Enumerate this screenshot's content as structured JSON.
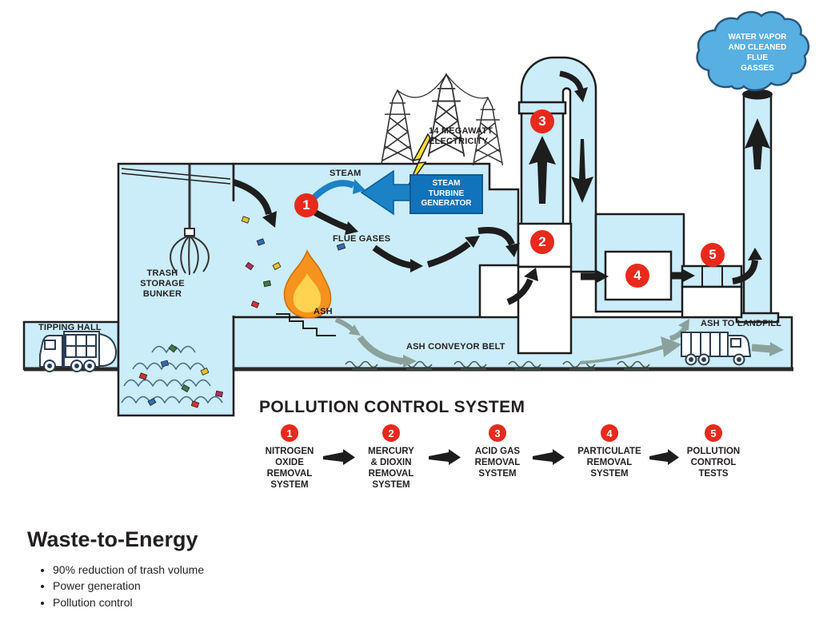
{
  "diagram": {
    "labels": {
      "steam": "STEAM",
      "turbine": "STEAM\nTURBINE\nGENERATOR",
      "megawatt": "14 MEGAWATT\nELECTRICITY",
      "flue_gases": "FLUE GASES",
      "trash_bunker": "TRASH\nSTORAGE\nBUNKER",
      "tipping_hall": "TIPPING HALL",
      "ash": "ASH",
      "ash_conveyor": "ASH CONVEYOR BELT",
      "ash_landfill": "ASH TO LANDFILL",
      "cloud": "WATER VAPOR\nAND CLEANED\nFLUE\nGASSES"
    },
    "colors": {
      "plant_fill": "#cbecf9",
      "outline": "#1d1d1d",
      "badge_red": "#e8291c",
      "turbine_blue": "#1173bb",
      "steam_arrow_blue": "#1b82c5",
      "ash_gray": "#8aa29b",
      "flame_orange": "#f6921e",
      "flame_yellow": "#ffd34f",
      "cloud_blue": "#58afe2"
    }
  },
  "pollution_control": {
    "heading": "POLLUTION CONTROL SYSTEM",
    "steps": [
      {
        "number": "1",
        "label": "NITROGEN\nOXIDE\nREMOVAL\nSYSTEM"
      },
      {
        "number": "2",
        "label": "MERCURY\n& DIOXIN\nREMOVAL\nSYSTEM"
      },
      {
        "number": "3",
        "label": "ACID GAS\nREMOVAL\nSYSTEM"
      },
      {
        "number": "4",
        "label": "PARTICULATE\nREMOVAL\nSYSTEM"
      },
      {
        "number": "5",
        "label": "POLLUTION\nCONTROL\nTESTS"
      }
    ]
  },
  "summary": {
    "title": "Waste-to-Energy",
    "bullets": [
      "90% reduction of trash volume",
      "Power generation",
      "Pollution control"
    ]
  }
}
